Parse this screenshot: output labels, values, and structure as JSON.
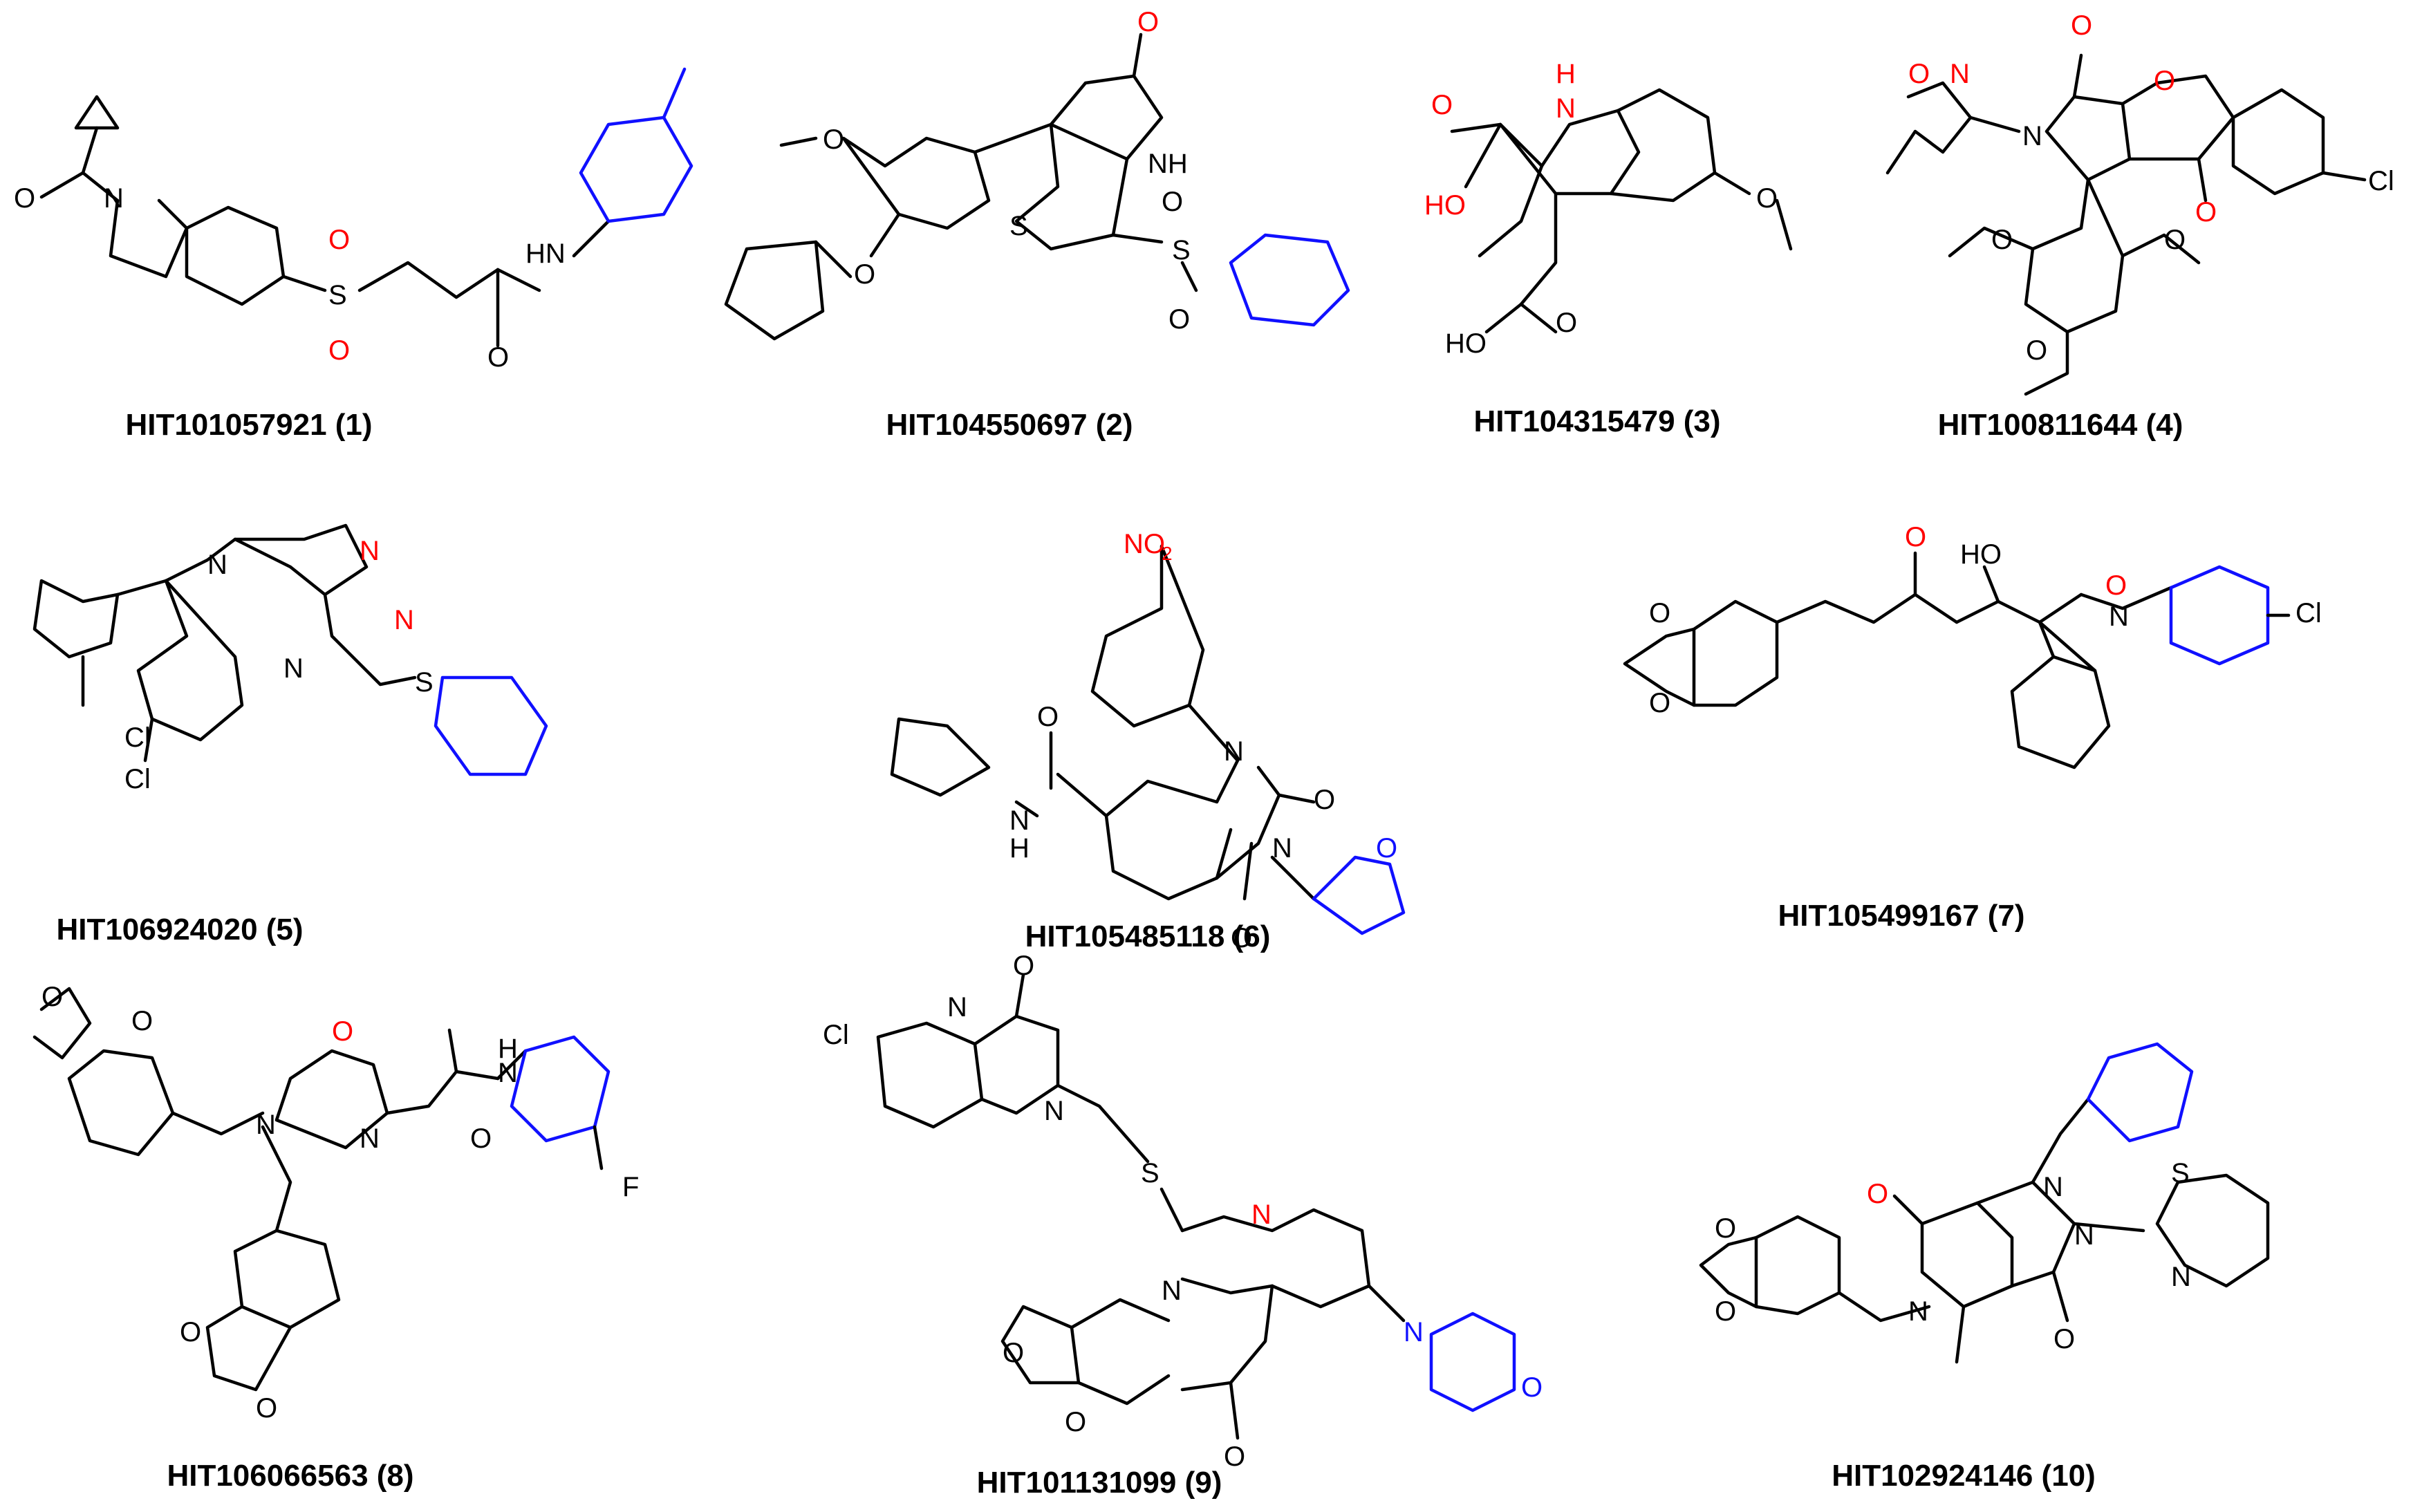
{
  "compounds": [
    {
      "id": "HIT101057921",
      "number": "1",
      "label": "HIT101057921 (1)"
    },
    {
      "id": "HIT104550697",
      "number": "2",
      "label": "HIT104550697 (2)"
    },
    {
      "id": "HIT104315479",
      "number": "3",
      "label": "HIT104315479 (3)"
    },
    {
      "id": "HIT100811644",
      "number": "4",
      "label": "HIT100811644 (4)"
    },
    {
      "id": "HIT106924020",
      "number": "5",
      "label": "HIT106924020 (5)"
    },
    {
      "id": "HIT105485118",
      "number": "6",
      "label": "HIT105485118 (6)"
    },
    {
      "id": "HIT105499167",
      "number": "7",
      "label": "HIT105499167 (7)"
    },
    {
      "id": "HIT106066563",
      "number": "8",
      "label": "HIT106066563 (8)"
    },
    {
      "id": "HIT101131099",
      "number": "9",
      "label": "HIT101131099 (9)"
    },
    {
      "id": "HIT102924146",
      "number": "10",
      "label": "HIT102924146 (10)"
    }
  ],
  "atom_labels": {
    "O": "O",
    "N": "N",
    "S": "S",
    "NH": "NH",
    "HN": "HN",
    "H": "H",
    "HO": "HO",
    "Cl": "Cl",
    "F": "F",
    "NO2": "NO",
    "sub2": "2"
  },
  "colors": {
    "heteroatom_highlight": "#ff0000",
    "substituent_highlight": "#1010ff",
    "bond": "#000000"
  }
}
